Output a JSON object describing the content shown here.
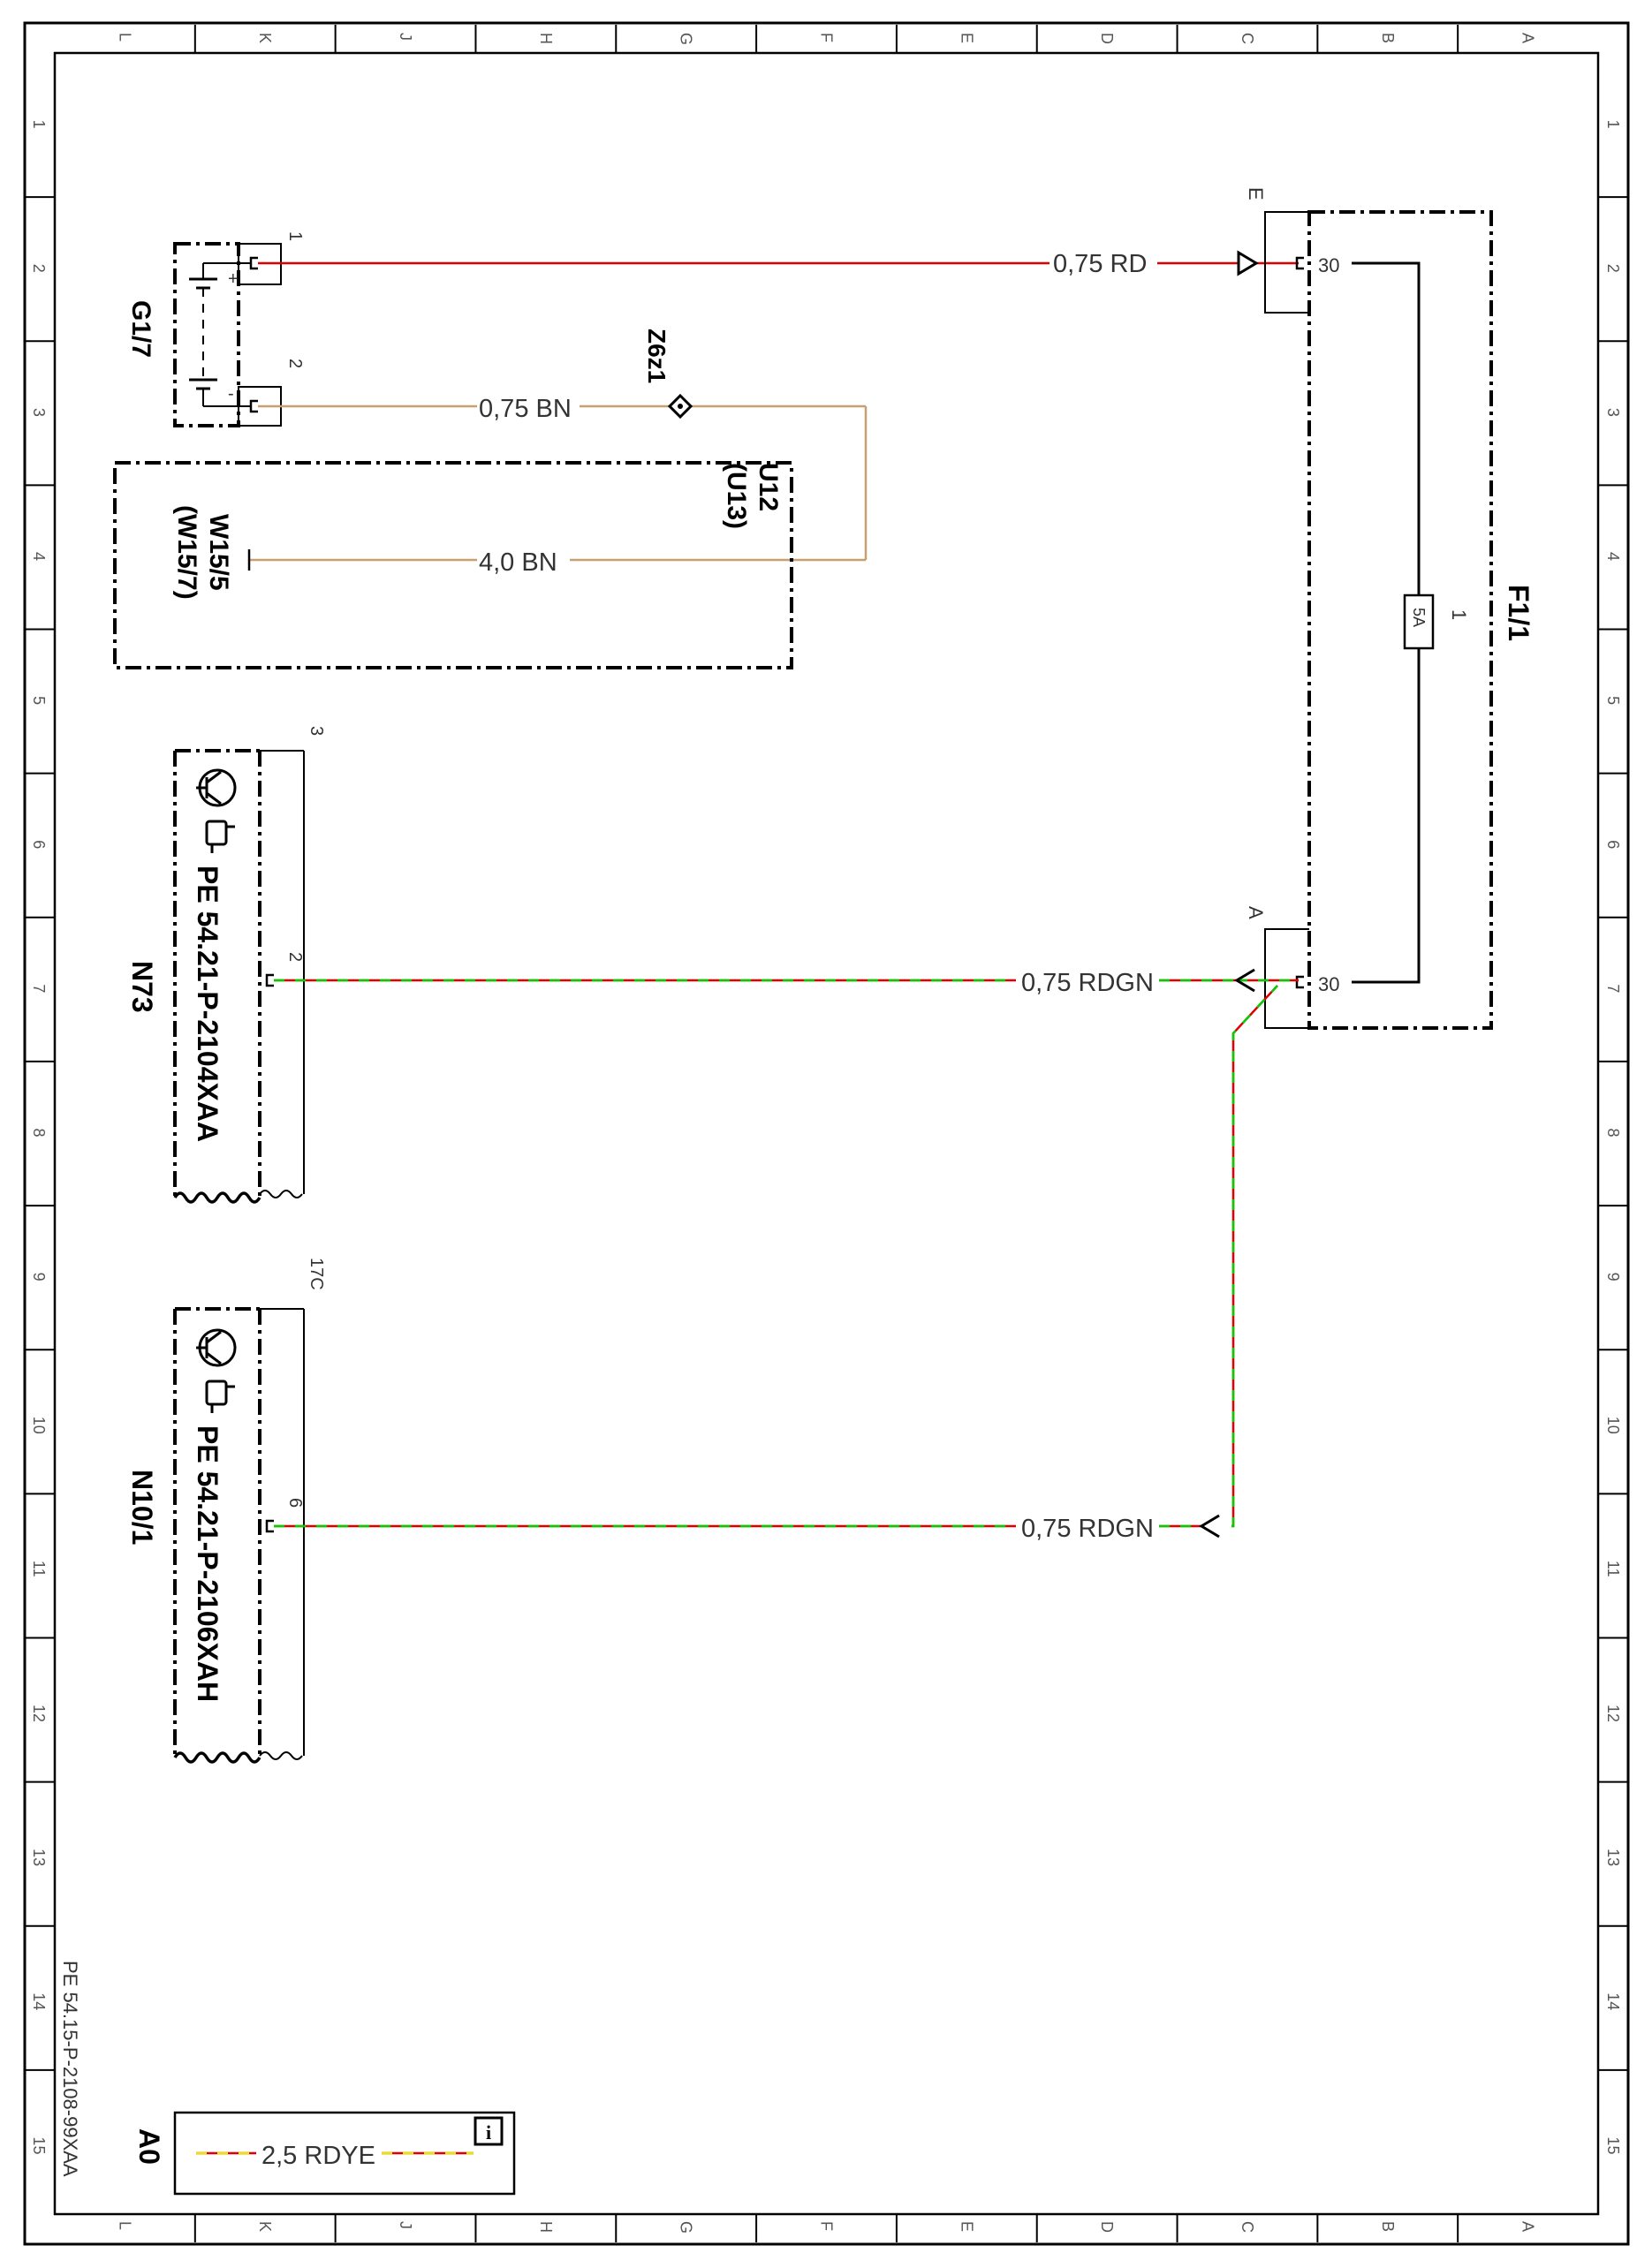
{
  "grid": {
    "cols": [
      "L",
      "K",
      "J",
      "H",
      "G",
      "F",
      "E",
      "D",
      "C",
      "B",
      "A"
    ],
    "rows": [
      "1",
      "2",
      "3",
      "4",
      "5",
      "6",
      "7",
      "8",
      "9",
      "10",
      "11",
      "12",
      "13",
      "14",
      "15"
    ]
  },
  "components": {
    "g17": {
      "label": "G1/7",
      "pin1": "1",
      "pin2": "2",
      "plus": "+",
      "minus": "-"
    },
    "u12": {
      "label": "U12",
      "sublabel": "(U13)"
    },
    "w155": {
      "label": "W15/5",
      "sublabel": "(W15/7)"
    },
    "z6z1": {
      "label": "Z6z1"
    },
    "f11": {
      "label": "F1/1",
      "pin_e": "E",
      "pin_a": "A",
      "term_top": "30",
      "term_bottom": "30",
      "fuse_num": "1",
      "fuse_rating": "5A"
    },
    "n73": {
      "label": "N73",
      "ref": "PE 54.21-P-2104XAA",
      "pin_top": "3",
      "pin": "2"
    },
    "n101": {
      "label": "N10/1",
      "ref": "PE 54.21-P-2106XAH",
      "pin_top": "17C",
      "pin": "6"
    }
  },
  "wires": {
    "w_red": "0,75 RD",
    "w_brown_short": "0,75 BN",
    "w_brown_long": "4,0 BN",
    "w_rdgn1": "0,75 RDGN",
    "w_rdgn2": "0,75 RDGN"
  },
  "legend": {
    "sheet": "A0",
    "wire": "2,5 RDYE",
    "info_icon": "info-icon"
  },
  "footer": {
    "doc_ref": "PE 54.15-P-2108-99XAA"
  },
  "colors": {
    "red": "#e00000",
    "brown": "#c8a070",
    "green": "#00d000",
    "yellow": "#e6e600",
    "frame": "#000000"
  }
}
